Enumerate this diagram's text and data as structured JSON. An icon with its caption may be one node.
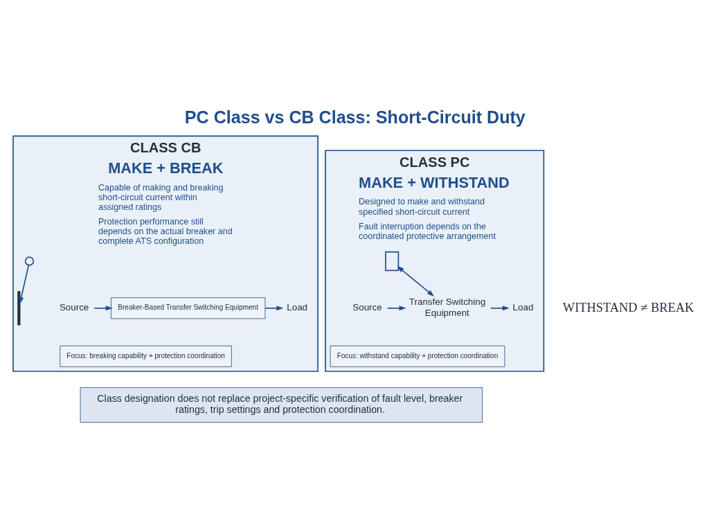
{
  "diagram": {
    "title": "PC Class vs CB Class: Short-Circuit Duty",
    "nodes": [
      {
        "text": [
          "CLASS PC",
          "MAKE + WITHSTAND",
          "Designed to make and withstand specified short-circuit current",
          "Fault interruption depends on the coordinated protective arrangement"
        ]
      },
      {
        "text": [
          "Source"
        ],
        "in": 0
      },
      {
        "text": [
          "Transfer Switching Equipment"
        ],
        "in": 0
      },
      {
        "text": [
          "Load"
        ],
        "in": 0
      },
      {
        "text": [],
        "shape": "box",
        "in": 0
      },
      {
        "text": [
          "Focus: withstand capability + protection coordination"
        ],
        "in": 0
      },
      {
        "text": [
          "CLASS CB",
          "MAKE + BREAK",
          "Capable of making and breaking short-circuit current within assigned ratings",
          "Protection performance still depends on the actual breaker and complete ATS configuration"
        ]
      },
      {
        "text": [
          "Source"
        ],
        "in": 6
      },
      {
        "text": [
          "Breaker-Based Transfer Switching Equipment"
        ],
        "in": 6
      },
      {
        "text": [
          "Load"
        ],
        "in": 6
      },
      {
        "text": [],
        "shape": "circle",
        "in": 6
      },
      {
        "text": [],
        "shape": "bar",
        "in": 6
      },
      {
        "text": [
          "Focus: breaking capability + protection coordination"
        ],
        "in": 6
      },
      {
        "text": [
          "Class designation does not replace project-specific verification of fault level, breaker ratings, trip settings and protection coordination."
        ]
      }
    ],
    "edges": [
      {
        "from": 1,
        "to": 2,
        "arrow": "to"
      },
      {
        "from": 2,
        "to": 3,
        "arrow": "to"
      },
      {
        "from": 4,
        "to": 2,
        "arrow": "both"
      },
      {
        "from": 7,
        "to": 8,
        "arrow": "to"
      },
      {
        "from": 8,
        "to": 9,
        "arrow": "to"
      },
      {
        "from": 10,
        "to": 11,
        "arrow": "to"
      }
    ],
    "labels": [
      "WITHSTAND ≠ BREAK"
    ]
  }
}
